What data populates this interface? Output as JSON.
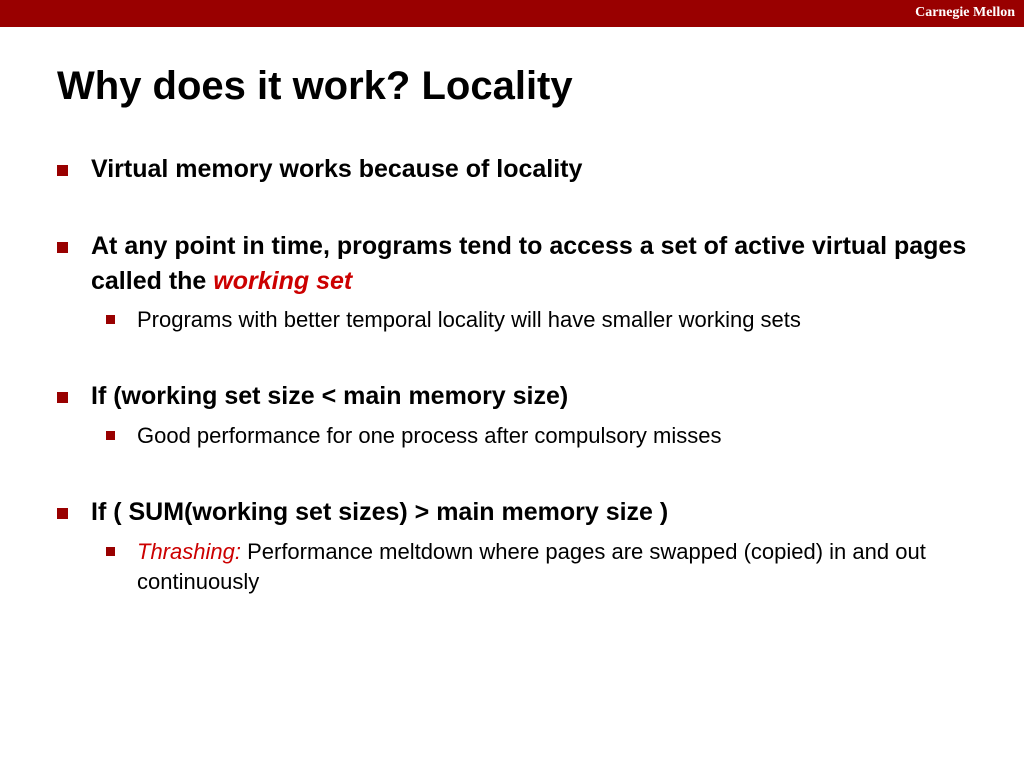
{
  "header": {
    "brand": "Carnegie Mellon",
    "bar_color": "#990000"
  },
  "slide": {
    "title": "Why does it work?  Locality",
    "bullets": [
      {
        "text": "Virtual memory works because of locality",
        "subs": []
      },
      {
        "text": "At any point in time, programs tend to access a set of active virtual pages called the",
        "emphasis": "working set",
        "subs": [
          {
            "text": "Programs with better temporal locality will have smaller working sets"
          }
        ]
      },
      {
        "text": "If (working set size < main memory size)",
        "subs": [
          {
            "text": "Good performance for one process after compulsory misses"
          }
        ]
      },
      {
        "text": "If ( SUM(working set sizes) > main memory size )",
        "subs": [
          {
            "emphasis": "Thrashing:",
            "text": "Performance meltdown where pages are swapped (copied) in and out continuously"
          }
        ]
      }
    ]
  },
  "colors": {
    "accent": "#990000",
    "emphasis": "#cc0000"
  }
}
